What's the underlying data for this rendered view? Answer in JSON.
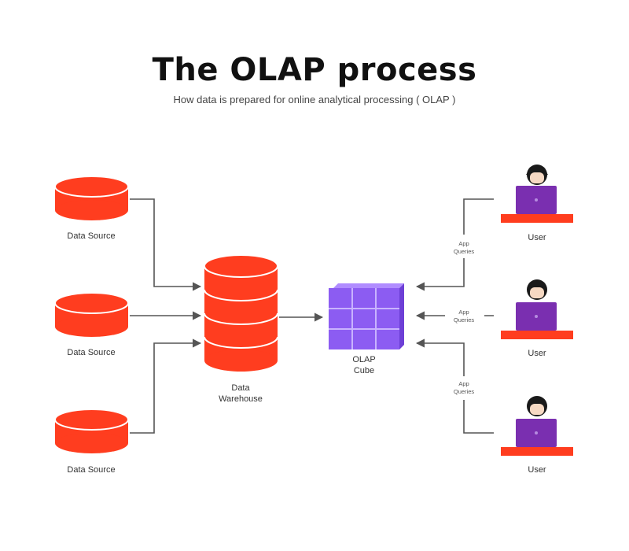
{
  "header": {
    "title": "The OLAP process",
    "subtitle": "How data is prepared for online analytical processing ( OLAP )"
  },
  "sources": [
    {
      "label": "Data Source"
    },
    {
      "label": "Data Source"
    },
    {
      "label": "Data Source"
    }
  ],
  "warehouse": {
    "label_line1": "Data",
    "label_line2": "Warehouse"
  },
  "cube": {
    "label_line1": "OLAP",
    "label_line2": "Cube"
  },
  "queries": [
    {
      "line1": "App",
      "line2": "Queries"
    },
    {
      "line1": "App",
      "line2": "Queries"
    },
    {
      "line1": "App",
      "line2": "Queries"
    }
  ],
  "users": [
    {
      "label": "User"
    },
    {
      "label": "User"
    },
    {
      "label": "User"
    }
  ],
  "colors": {
    "database": "#ff3d1f",
    "database_band": "#ffffff",
    "cube": "#8c5cf2",
    "cube_grid": "#c9b3ff",
    "laptop": "#7a2fb0",
    "desk": "#ff3d1f",
    "connector": "#555555",
    "hair": "#1a1a1a",
    "skin": "#f6d9c3"
  }
}
